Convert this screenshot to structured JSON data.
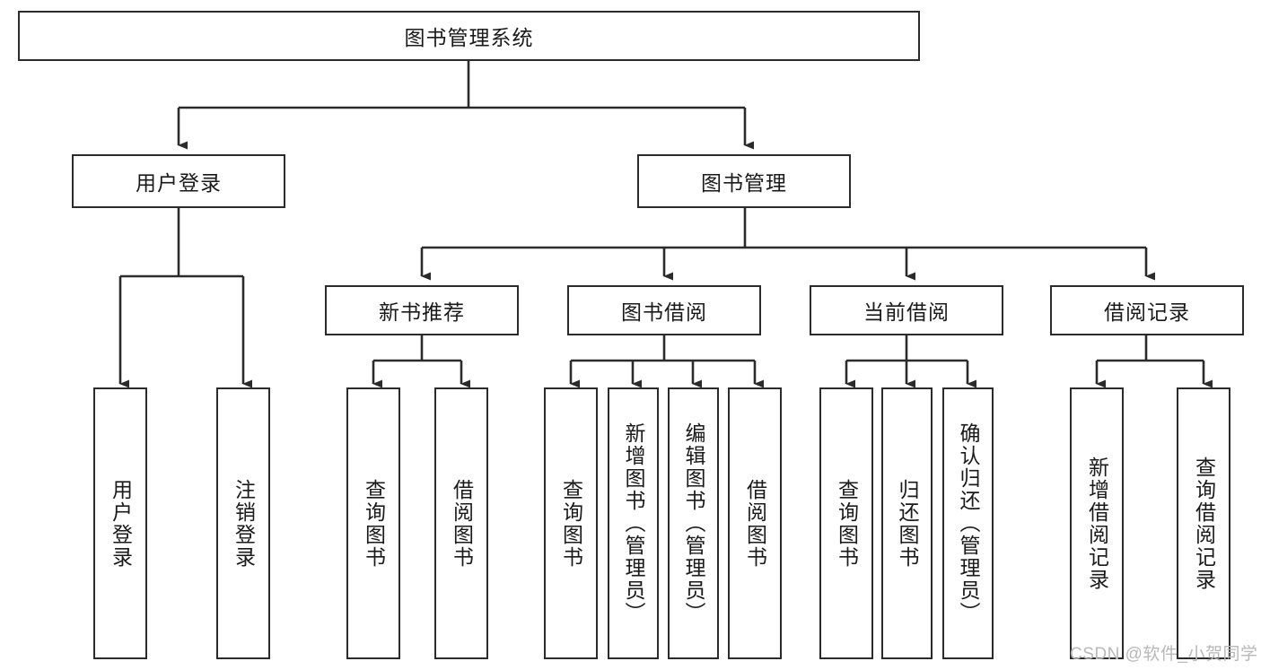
{
  "diagram": {
    "type": "tree-hierarchy",
    "title": "图书管理系统",
    "watermark": "CSDN @软件_小贺同学",
    "colors": {
      "border": "#2b2b2b",
      "background": "#ffffff",
      "text": "#1a1a1a",
      "watermark": "#b8b8b8"
    },
    "nodes": {
      "root": {
        "label": "图书管理系统"
      },
      "level2": [
        {
          "id": "user-login",
          "label": "用户登录"
        },
        {
          "id": "book-management",
          "label": "图书管理"
        }
      ],
      "level3": [
        {
          "id": "new-book-recommend",
          "label": "新书推荐"
        },
        {
          "id": "book-borrow",
          "label": "图书借阅"
        },
        {
          "id": "current-borrow",
          "label": "当前借阅"
        },
        {
          "id": "borrow-record",
          "label": "借阅记录"
        }
      ],
      "leaves": {
        "user_login": [
          {
            "id": "leaf-user-login",
            "label": "用户登录"
          },
          {
            "id": "leaf-logout-login",
            "label": "注销登录"
          }
        ],
        "new_book_recommend": [
          {
            "id": "leaf-query-book-1",
            "label": "查询图书"
          },
          {
            "id": "leaf-borrow-book-1",
            "label": "借阅图书"
          }
        ],
        "book_borrow": [
          {
            "id": "leaf-query-book-2",
            "label": "查询图书"
          },
          {
            "id": "leaf-add-book",
            "label": "新增图书（管理员）"
          },
          {
            "id": "leaf-edit-book",
            "label": "编辑图书（管理员）"
          },
          {
            "id": "leaf-borrow-book-2",
            "label": "借阅图书"
          }
        ],
        "current_borrow": [
          {
            "id": "leaf-query-book-3",
            "label": "查询图书"
          },
          {
            "id": "leaf-return-book",
            "label": "归还图书"
          },
          {
            "id": "leaf-confirm-return",
            "label": "确认归还（管理员）"
          }
        ],
        "borrow_record": [
          {
            "id": "leaf-add-record",
            "label": "新增借阅记录"
          },
          {
            "id": "leaf-query-record",
            "label": "查询借阅记录"
          }
        ]
      }
    }
  }
}
